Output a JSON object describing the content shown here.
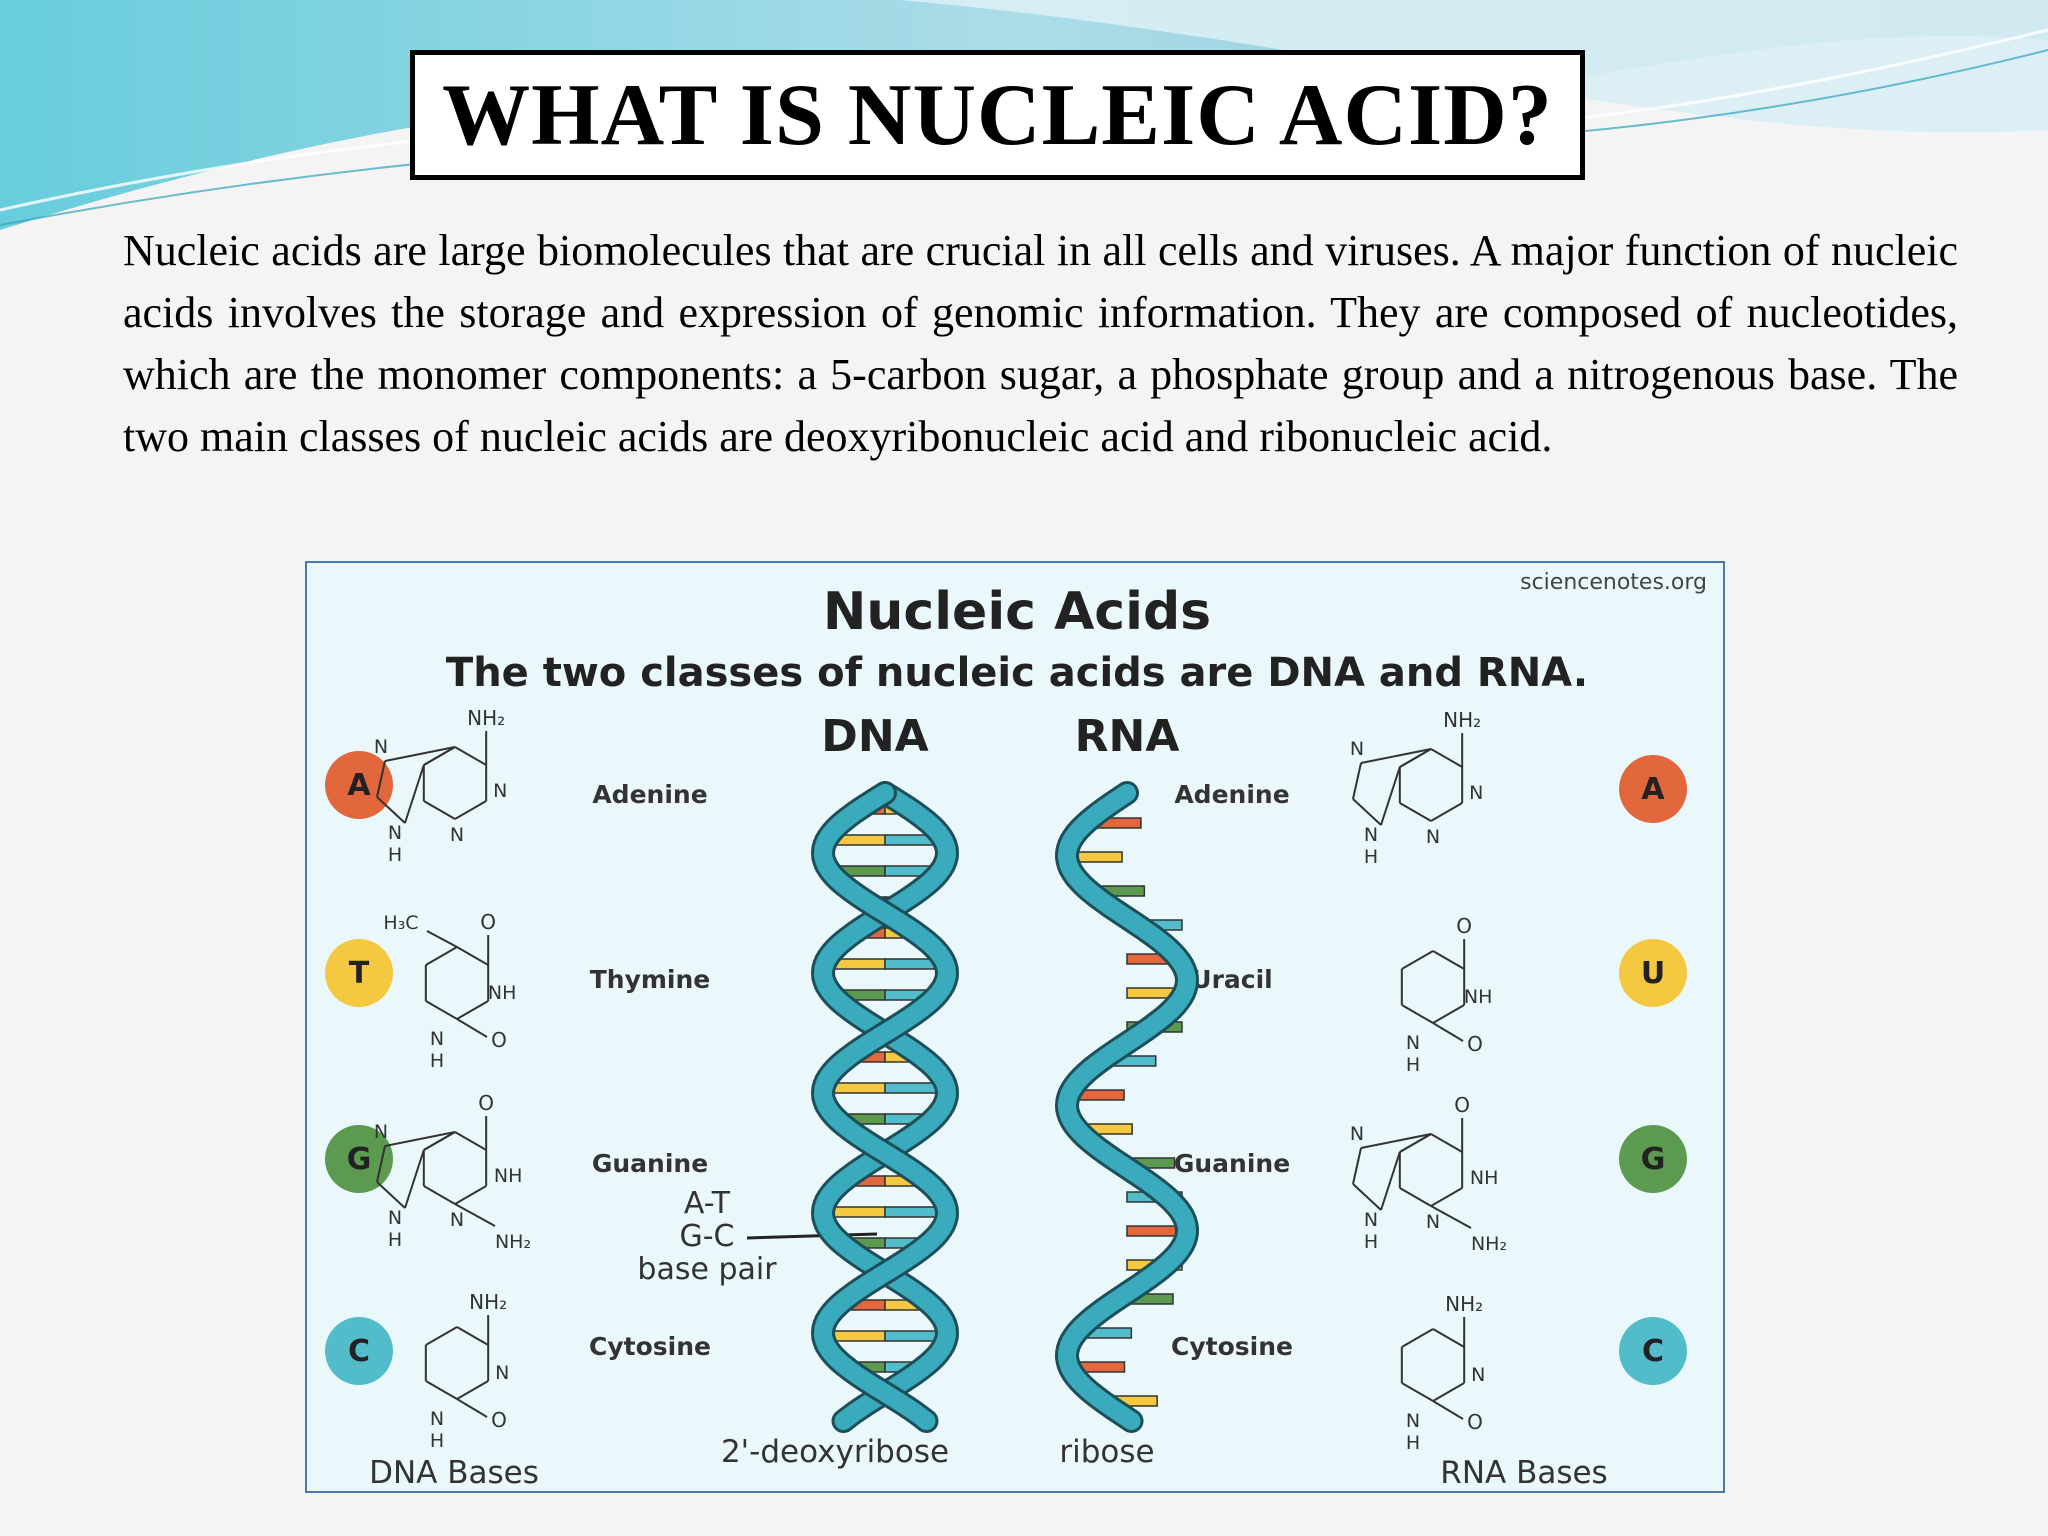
{
  "slide": {
    "title": "WHAT IS NUCLEIC ACID?",
    "body": "Nucleic acids are large biomolecules that are crucial in all cells and viruses.  A major function of nucleic acids involves the storage and expression of genomic information.  They are composed of nucleotides, which are the monomer components: a 5-carbon sugar, a phosphate group and a nitrogenous base. The two main classes of nucleic acids are deoxyribonucleic acid and ribonucleic acid."
  },
  "figure": {
    "source": "sciencenotes.org",
    "title": "Nucleic Acids",
    "subtitle": "The two classes of nucleic acids are DNA and RNA.",
    "dna_label": "DNA",
    "rna_label": "RNA",
    "dna_bases_caption": "DNA Bases",
    "rna_bases_caption": "RNA Bases",
    "dna_sugar": "2'-deoxyribose",
    "rna_sugar": "ribose",
    "pair_line1": "A-T",
    "pair_line2": "G-C",
    "pair_line3": "base pair",
    "dna_bases": [
      {
        "letter": "A",
        "name": "Adenine",
        "color": "#e2673c"
      },
      {
        "letter": "T",
        "name": "Thymine",
        "color": "#f5c842"
      },
      {
        "letter": "G",
        "name": "Guanine",
        "color": "#5c9a4f"
      },
      {
        "letter": "C",
        "name": "Cytosine",
        "color": "#52bccb"
      }
    ],
    "rna_bases": [
      {
        "letter": "A",
        "name": "Adenine",
        "color": "#e2673c"
      },
      {
        "letter": "U",
        "name": "Uracil",
        "color": "#f5c842"
      },
      {
        "letter": "G",
        "name": "Guanine",
        "color": "#5c9a4f"
      },
      {
        "letter": "C",
        "name": "Cytosine",
        "color": "#52bccb"
      }
    ],
    "chem": {
      "nh2": "NH₂",
      "h3c": "H₃C",
      "n": "N",
      "nh": "NH",
      "h": "H",
      "o": "O"
    },
    "colors": {
      "helix": "#3aaabd",
      "helix_stroke": "#1d4f5a",
      "rung_red": "#e2673c",
      "rung_yellow": "#f5c842",
      "rung_green": "#5c9a4f",
      "rung_teal": "#52bccb"
    }
  }
}
